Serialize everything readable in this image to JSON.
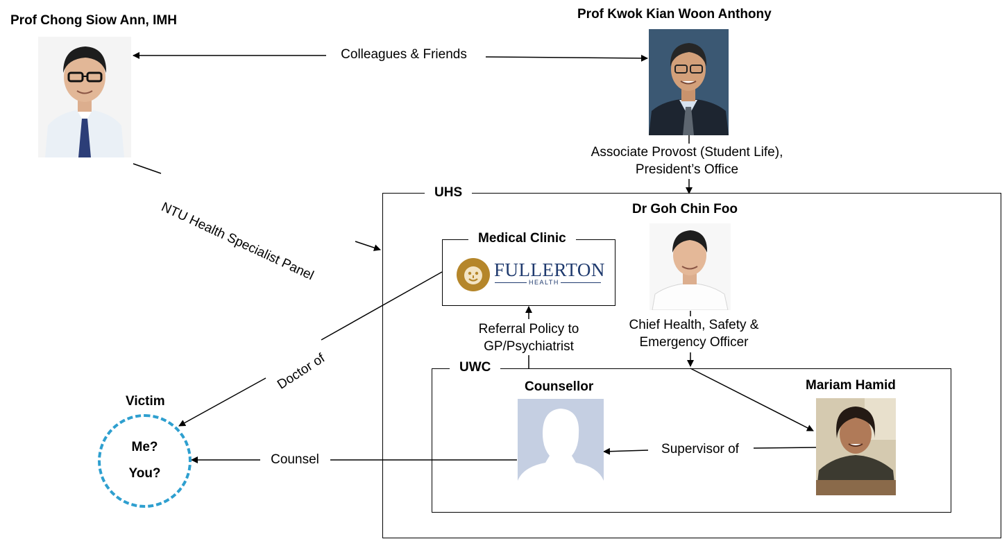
{
  "people": {
    "chong": {
      "name": "Prof Chong Siow Ann, IMH"
    },
    "kwok": {
      "name": "Prof Kwok Kian Woon Anthony"
    },
    "goh": {
      "name": "Dr Goh Chin Foo"
    },
    "counsellor": {
      "name": "Counsellor"
    },
    "mariam": {
      "name": "Mariam Hamid"
    },
    "victim": {
      "name": "Victim",
      "line1": "Me?",
      "line2": "You?"
    }
  },
  "groups": {
    "uhs": "UHS",
    "uwc": "UWC",
    "clinic": "Medical Clinic"
  },
  "logo": {
    "brand": "FULLERTON",
    "sub": "HEALTH"
  },
  "relations": {
    "colleagues": "Colleagues & Friends",
    "specialist_panel": "NTU Health Specialist Panel",
    "provost_line1": "Associate Provost (Student Life),",
    "provost_line2": "President’s Office",
    "referral_line1": "Referral Policy to",
    "referral_line2": "GP/Psychiatrist",
    "chief_line1": "Chief Health, Safety &",
    "chief_line2": "Emergency Officer",
    "doctor_of": "Doctor of",
    "supervisor_of": "Supervisor of",
    "counsel": "Counsel"
  },
  "colors": {
    "victim_circle": "#2e9fcf",
    "logo_gold": "#b5862a",
    "logo_blue": "#1f3a6e",
    "silhouette_bg": "#c5cfe2"
  }
}
